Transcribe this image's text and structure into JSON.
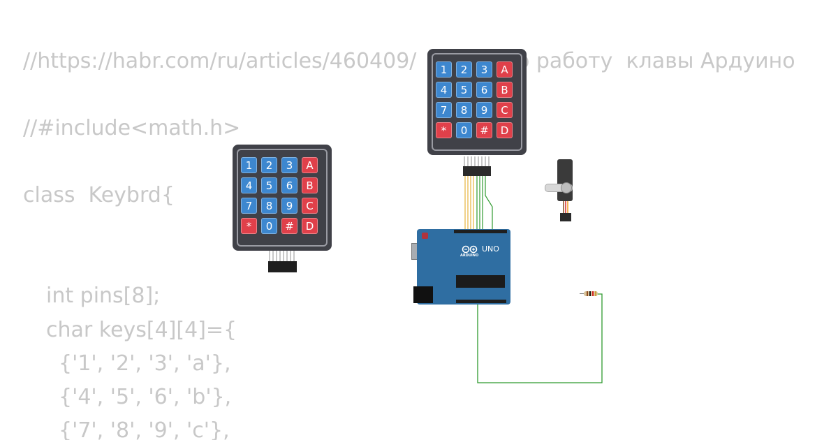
{
  "code": {
    "line1": "//https://habr.com/ru/articles/460409/           про работу  клавы Ардуино",
    "line2": "//#include<math.h>",
    "line3": "class  Keybrd{",
    "line4": "int pins[8];",
    "line5": "char keys[4][4]={",
    "line6": "{'1', '2', '3', 'a'},",
    "line7": "{'4', '5', '6', 'b'},",
    "line8": "{'7', '8', '9', 'c'},"
  },
  "keypad_keys": [
    "1",
    "2",
    "3",
    "A",
    "4",
    "5",
    "6",
    "B",
    "7",
    "8",
    "9",
    "C",
    "*",
    "0",
    "#",
    "D"
  ],
  "keypad_key_colors": [
    "blue",
    "blue",
    "blue",
    "red",
    "blue",
    "blue",
    "blue",
    "red",
    "blue",
    "blue",
    "blue",
    "red",
    "red",
    "blue",
    "red",
    "red"
  ],
  "board": {
    "name": "UNO",
    "brand": "ARDUINO"
  },
  "colors": {
    "code_text": "#c8c8c8",
    "key_blue": "#3d87cf",
    "key_red": "#e0404a",
    "keypad_body": "#404148",
    "board_blue": "#2f6ea2",
    "wire_yellow": "#e6b23a",
    "wire_green": "#2e9a2e"
  }
}
